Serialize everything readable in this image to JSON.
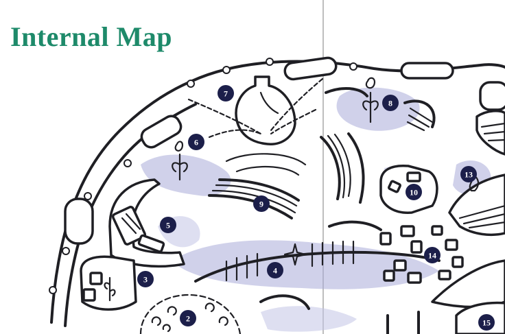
{
  "title": "Internal Map",
  "colors": {
    "title": "#1e8a6a",
    "marker_fill": "#1c1f4a",
    "marker_text": "#ffffff",
    "ink": "#1f1f24",
    "shade": "#a9acd9",
    "page_divider": "#9a9a9a"
  },
  "markers": [
    {
      "label": "2"
    },
    {
      "label": "3"
    },
    {
      "label": "4"
    },
    {
      "label": "5"
    },
    {
      "label": "6"
    },
    {
      "label": "7"
    },
    {
      "label": "8"
    },
    {
      "label": "9"
    },
    {
      "label": "10"
    },
    {
      "label": "13"
    },
    {
      "label": "14"
    },
    {
      "label": "15"
    }
  ]
}
